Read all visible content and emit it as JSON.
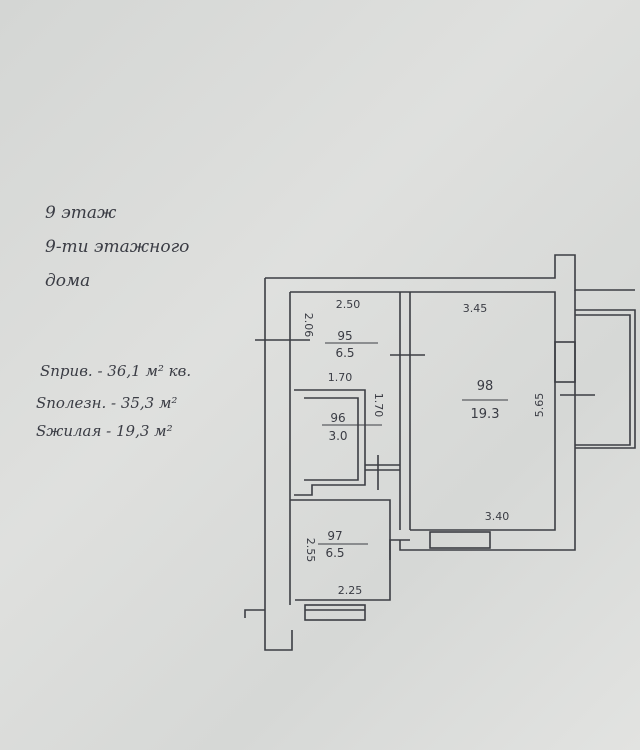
{
  "header_note": {
    "line1": "9 этаж",
    "line2": "9-ти этажного",
    "line3": "дома"
  },
  "areas_note": {
    "total": "Sприв. - 36,1 м² кв.",
    "useful": "Sполезн. - 35,3 м²",
    "living": "Sжилая - 19,3 м²"
  },
  "rooms": [
    {
      "id": "95",
      "area": "6.5"
    },
    {
      "id": "96",
      "area": "3.0"
    },
    {
      "id": "97",
      "area": "6.5"
    },
    {
      "id": "98",
      "area": "19.3"
    }
  ],
  "dimensions": {
    "hall_width": "2.50",
    "hall_height": "2.06",
    "bath_width": "1.70",
    "bath_height": "1.70",
    "kitchen_height": "2.55",
    "kitchen_width": "2.25",
    "room_top": "3.45",
    "room_bottom": "3.40",
    "room_height": "5.65"
  }
}
